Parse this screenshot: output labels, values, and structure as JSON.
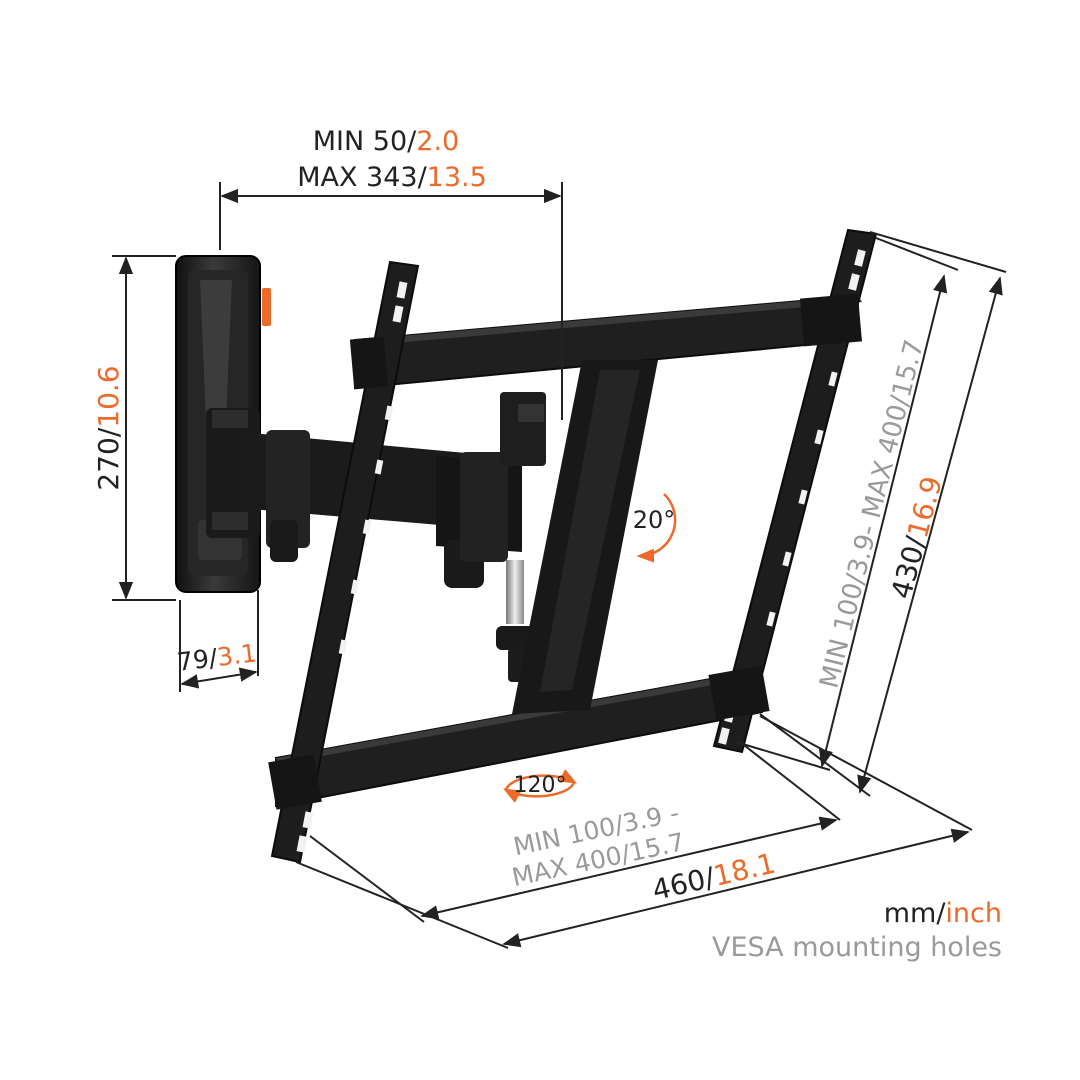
{
  "colors": {
    "dimension_text": "#222222",
    "inch_accent": "#ee6a2b",
    "vesa_text": "#9a9a9a",
    "mount_body": "#1d1d1d",
    "arm_chrome": "#b8b8b8"
  },
  "arm_extension": {
    "min_mm": "MIN 50/",
    "min_in": "2.0",
    "max_mm": "MAX 343/",
    "max_in": "13.5"
  },
  "wall_plate_height": {
    "mm": "270/",
    "in": "10.6"
  },
  "wall_plate_depth": {
    "mm": "79/",
    "in": "3.1"
  },
  "tilt": {
    "label": "20°"
  },
  "swivel": {
    "label": "120°"
  },
  "vesa_vertical": {
    "min": "MIN 100/",
    "min_in": "3.9",
    "sep": "- ",
    "max": "MAX 400/",
    "max_in": "15.7"
  },
  "vesa_horizontal": {
    "min": "MIN 100/",
    "min_in": "3.9 -",
    "max": "MAX 400/",
    "max_in": "15.7"
  },
  "frame_height": {
    "mm": "430/",
    "in": "16.9"
  },
  "frame_width": {
    "mm": "460/",
    "in": "18.1"
  },
  "legend": {
    "units_mm": "mm/",
    "units_in": "inch",
    "vesa_note": "VESA mounting holes"
  }
}
